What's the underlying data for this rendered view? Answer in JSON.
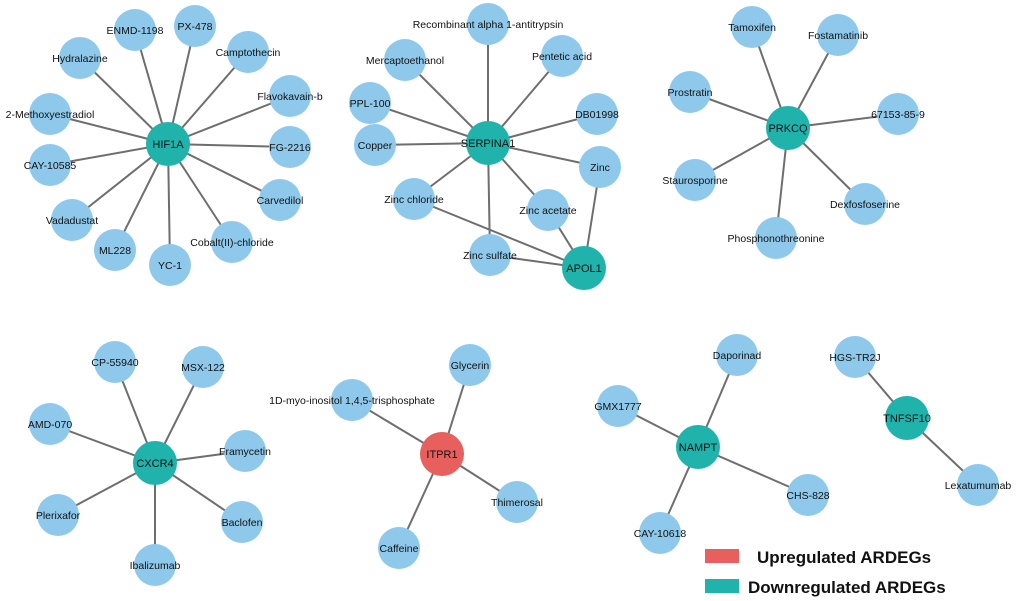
{
  "colors": {
    "drug": "#8ec9ec",
    "downregulated": "#1fb3ab",
    "upregulated": "#e8605e",
    "edge": "#6e6e6e"
  },
  "legend": {
    "up_label": "Upregulated ARDEGs",
    "down_label": "Downregulated ARDEGs"
  },
  "networks": [
    {
      "id": "hif1a",
      "hubs": [
        {
          "id": "HIF1A",
          "label": "HIF1A",
          "type": "down"
        }
      ],
      "drugs": [
        {
          "id": "ENMD-1198",
          "label": "ENMD-1198"
        },
        {
          "id": "PX-478",
          "label": "PX-478"
        },
        {
          "id": "Hydralazine",
          "label": "Hydralazine"
        },
        {
          "id": "Camptothecin",
          "label": "Camptothecin"
        },
        {
          "id": "Flavokavain-b",
          "label": "Flavokavain-b"
        },
        {
          "id": "2-Methoxyestradiol",
          "label": "2-Methoxyestradiol"
        },
        {
          "id": "FG-2216",
          "label": "FG-2216"
        },
        {
          "id": "CAY-10585",
          "label": "CAY-10585"
        },
        {
          "id": "Carvedilol",
          "label": "Carvedilol"
        },
        {
          "id": "Vadadustat",
          "label": "Vadadustat"
        },
        {
          "id": "Cobalt(II)-chloride",
          "label": "Cobalt(II)-chloride"
        },
        {
          "id": "ML228",
          "label": "ML228"
        },
        {
          "id": "YC-1",
          "label": "YC-1"
        }
      ],
      "edges": [
        [
          "HIF1A",
          "ENMD-1198"
        ],
        [
          "HIF1A",
          "PX-478"
        ],
        [
          "HIF1A",
          "Hydralazine"
        ],
        [
          "HIF1A",
          "Camptothecin"
        ],
        [
          "HIF1A",
          "Flavokavain-b"
        ],
        [
          "HIF1A",
          "2-Methoxyestradiol"
        ],
        [
          "HIF1A",
          "FG-2216"
        ],
        [
          "HIF1A",
          "CAY-10585"
        ],
        [
          "HIF1A",
          "Carvedilol"
        ],
        [
          "HIF1A",
          "Vadadustat"
        ],
        [
          "HIF1A",
          "Cobalt(II)-chloride"
        ],
        [
          "HIF1A",
          "ML228"
        ],
        [
          "HIF1A",
          "YC-1"
        ]
      ]
    },
    {
      "id": "serpina1",
      "hubs": [
        {
          "id": "SERPINA1",
          "label": "SERPINA1",
          "type": "down"
        },
        {
          "id": "APOL1",
          "label": "APOL1",
          "type": "down"
        }
      ],
      "drugs": [
        {
          "id": "Recombinant alpha 1-antitrypsin",
          "label": "Recombinant alpha 1-antitrypsin"
        },
        {
          "id": "Mercaptoethanol",
          "label": "Mercaptoethanol"
        },
        {
          "id": "Pentetic acid",
          "label": "Pentetic acid"
        },
        {
          "id": "PPL-100",
          "label": "PPL-100"
        },
        {
          "id": "DB01998",
          "label": "DB01998"
        },
        {
          "id": "Copper",
          "label": "Copper"
        },
        {
          "id": "Zinc",
          "label": "Zinc"
        },
        {
          "id": "Zinc chloride",
          "label": "Zinc chloride"
        },
        {
          "id": "Zinc acetate",
          "label": "Zinc acetate"
        },
        {
          "id": "Zinc sulfate",
          "label": "Zinc sulfate"
        }
      ],
      "edges": [
        [
          "SERPINA1",
          "Recombinant alpha 1-antitrypsin"
        ],
        [
          "SERPINA1",
          "Mercaptoethanol"
        ],
        [
          "SERPINA1",
          "Pentetic acid"
        ],
        [
          "SERPINA1",
          "PPL-100"
        ],
        [
          "SERPINA1",
          "DB01998"
        ],
        [
          "SERPINA1",
          "Copper"
        ],
        [
          "SERPINA1",
          "Zinc"
        ],
        [
          "SERPINA1",
          "Zinc chloride"
        ],
        [
          "SERPINA1",
          "Zinc acetate"
        ],
        [
          "SERPINA1",
          "Zinc sulfate"
        ],
        [
          "APOL1",
          "Zinc"
        ],
        [
          "APOL1",
          "Zinc chloride"
        ],
        [
          "APOL1",
          "Zinc acetate"
        ],
        [
          "APOL1",
          "Zinc sulfate"
        ]
      ]
    },
    {
      "id": "prkcq",
      "hubs": [
        {
          "id": "PRKCQ",
          "label": "PRKCQ",
          "type": "down"
        }
      ],
      "drugs": [
        {
          "id": "Tamoxifen",
          "label": "Tamoxifen"
        },
        {
          "id": "Fostamatinib",
          "label": "Fostamatinib"
        },
        {
          "id": "Prostratin",
          "label": "Prostratin"
        },
        {
          "id": "67153-85-9",
          "label": "67153-85-9"
        },
        {
          "id": "Staurosporine",
          "label": "Staurosporine"
        },
        {
          "id": "Dexfosfoserine",
          "label": "Dexfosfoserine"
        },
        {
          "id": "Phosphonothreonine",
          "label": "Phosphonothreonine"
        }
      ],
      "edges": [
        [
          "PRKCQ",
          "Tamoxifen"
        ],
        [
          "PRKCQ",
          "Fostamatinib"
        ],
        [
          "PRKCQ",
          "Prostratin"
        ],
        [
          "PRKCQ",
          "67153-85-9"
        ],
        [
          "PRKCQ",
          "Staurosporine"
        ],
        [
          "PRKCQ",
          "Dexfosfoserine"
        ],
        [
          "PRKCQ",
          "Phosphonothreonine"
        ]
      ]
    },
    {
      "id": "cxcr4",
      "hubs": [
        {
          "id": "CXCR4",
          "label": "CXCR4",
          "type": "down"
        }
      ],
      "drugs": [
        {
          "id": "CP-55940",
          "label": "CP-55940"
        },
        {
          "id": "MSX-122",
          "label": "MSX-122"
        },
        {
          "id": "AMD-070",
          "label": "AMD-070"
        },
        {
          "id": "Framycetin",
          "label": "Framycetin"
        },
        {
          "id": "Plerixafor",
          "label": "Plerixafor"
        },
        {
          "id": "Baclofen",
          "label": "Baclofen"
        },
        {
          "id": "Ibalizumab",
          "label": "Ibalizumab"
        }
      ],
      "edges": [
        [
          "CXCR4",
          "CP-55940"
        ],
        [
          "CXCR4",
          "MSX-122"
        ],
        [
          "CXCR4",
          "AMD-070"
        ],
        [
          "CXCR4",
          "Framycetin"
        ],
        [
          "CXCR4",
          "Plerixafor"
        ],
        [
          "CXCR4",
          "Baclofen"
        ],
        [
          "CXCR4",
          "Ibalizumab"
        ]
      ]
    },
    {
      "id": "itpr1",
      "hubs": [
        {
          "id": "ITPR1",
          "label": "ITPR1",
          "type": "up"
        }
      ],
      "drugs": [
        {
          "id": "1D-myo-inositol 1,4,5-trisphosphate",
          "label": "1D-myo-inositol 1,4,5-trisphosphate"
        },
        {
          "id": "Glycerin",
          "label": "Glycerin"
        },
        {
          "id": "Thimerosal",
          "label": "Thimerosal"
        },
        {
          "id": "Caffeine",
          "label": "Caffeine"
        }
      ],
      "edges": [
        [
          "ITPR1",
          "1D-myo-inositol 1,4,5-trisphosphate"
        ],
        [
          "ITPR1",
          "Glycerin"
        ],
        [
          "ITPR1",
          "Thimerosal"
        ],
        [
          "ITPR1",
          "Caffeine"
        ]
      ]
    },
    {
      "id": "nampt",
      "hubs": [
        {
          "id": "NAMPT",
          "label": "NAMPT",
          "type": "down"
        }
      ],
      "drugs": [
        {
          "id": "Daporinad",
          "label": "Daporinad"
        },
        {
          "id": "GMX1777",
          "label": "GMX1777"
        },
        {
          "id": "CHS-828",
          "label": "CHS-828"
        },
        {
          "id": "CAY-10618",
          "label": "CAY-10618"
        }
      ],
      "edges": [
        [
          "NAMPT",
          "Daporinad"
        ],
        [
          "NAMPT",
          "GMX1777"
        ],
        [
          "NAMPT",
          "CHS-828"
        ],
        [
          "NAMPT",
          "CAY-10618"
        ]
      ]
    },
    {
      "id": "tnfsf10",
      "hubs": [
        {
          "id": "TNFSF10",
          "label": "TNFSF10",
          "type": "down"
        }
      ],
      "drugs": [
        {
          "id": "HGS-TR2J",
          "label": "HGS-TR2J"
        },
        {
          "id": "Lexatumumab",
          "label": "Lexatumumab"
        }
      ],
      "edges": [
        [
          "TNFSF10",
          "HGS-TR2J"
        ],
        [
          "TNFSF10",
          "Lexatumumab"
        ]
      ]
    }
  ]
}
